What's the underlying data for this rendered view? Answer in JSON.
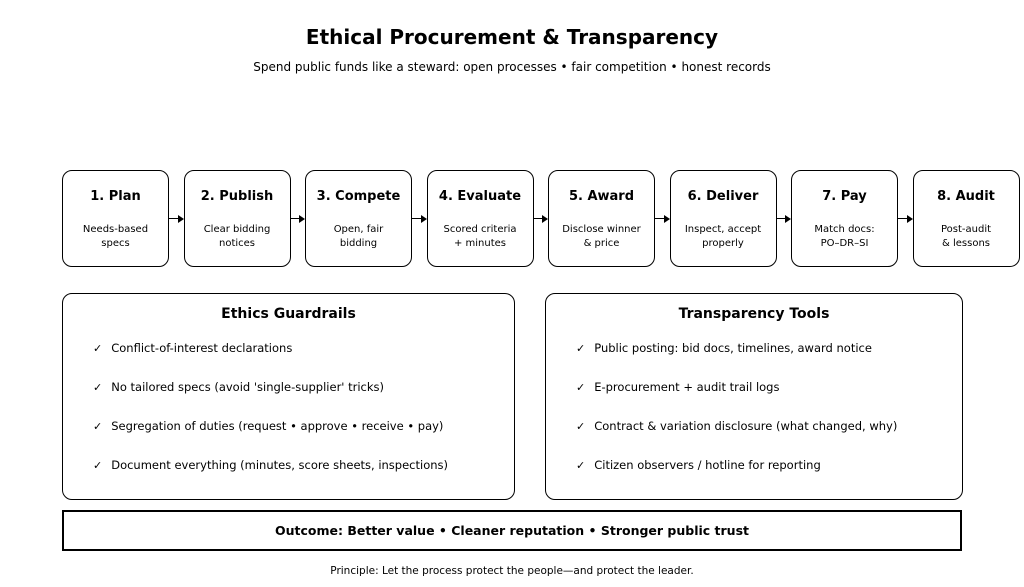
{
  "colors": {
    "ink": "#000000",
    "paper": "#ffffff"
  },
  "glyphs": {
    "check": "✓"
  },
  "header": {
    "title": "Ethical Procurement & Transparency",
    "subtitle": "Spend public funds like a steward: open processes • fair competition • honest records"
  },
  "process": {
    "steps": [
      {
        "title": "1. Plan",
        "desc": "Needs-based\nspecs"
      },
      {
        "title": "2. Publish",
        "desc": "Clear bidding\nnotices"
      },
      {
        "title": "3. Compete",
        "desc": "Open, fair\nbidding"
      },
      {
        "title": "4. Evaluate",
        "desc": "Scored criteria\n+ minutes"
      },
      {
        "title": "5. Award",
        "desc": "Disclose winner\n& price"
      },
      {
        "title": "6. Deliver",
        "desc": "Inspect, accept\nproperly"
      },
      {
        "title": "7. Pay",
        "desc": "Match docs:\nPO–DR–SI"
      },
      {
        "title": "8. Audit",
        "desc": "Post-audit\n& lessons"
      }
    ]
  },
  "panels": {
    "guardrails": {
      "title": "Ethics Guardrails",
      "items": [
        "Conflict-of-interest declarations",
        "No tailored specs (avoid 'single-supplier' tricks)",
        "Segregation of duties (request • approve • receive • pay)",
        "Document everything (minutes, score sheets, inspections)"
      ]
    },
    "transparency": {
      "title": "Transparency Tools",
      "items": [
        "Public posting: bid docs, timelines, award notice",
        "E-procurement + audit trail logs",
        "Contract & variation disclosure (what changed, why)",
        "Citizen observers / hotline for reporting"
      ]
    }
  },
  "outcome": {
    "label": "Outcome: Better value • Cleaner reputation • Stronger public trust"
  },
  "principle": {
    "label": "Principle: Let the process protect the people—and protect the leader."
  }
}
